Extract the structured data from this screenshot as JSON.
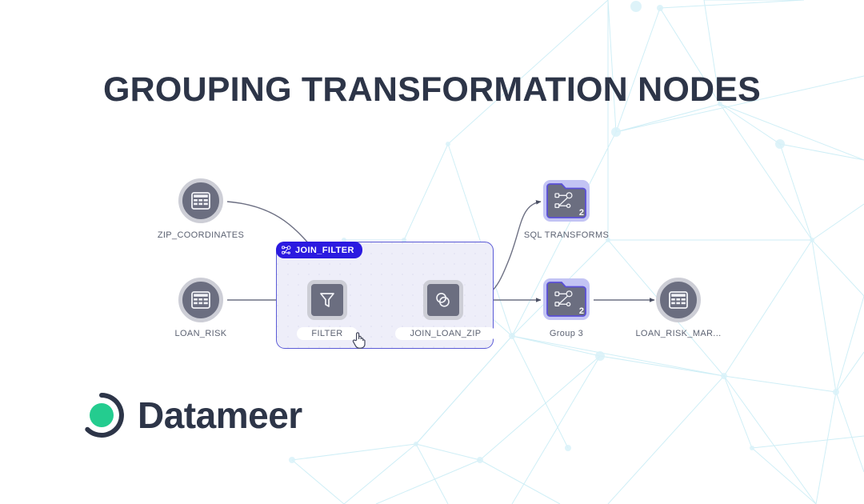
{
  "page": {
    "title": "GROUPING TRANSFORMATION NODES",
    "background_color": "#ffffff",
    "title_color": "#2d3548",
    "network_color": "#cdeef6"
  },
  "brand": {
    "name": "Datameer",
    "mark_icon": "datameer-ring-icon",
    "ring_color": "#2d3548",
    "dot_color": "#24cc8f"
  },
  "flow": {
    "group": {
      "label": "JOIN_FILTER",
      "badge_icon": "group-nodes-icon",
      "badge_color": "#2b1ae0",
      "border_color": "#5b5bd6",
      "fill_color": "#eeeef9"
    },
    "nodes": [
      {
        "id": "zip-coordinates",
        "label": "ZIP_COORDINATES",
        "kind": "dataset",
        "icon": "table-icon",
        "color": "#6b6e80"
      },
      {
        "id": "loan-risk",
        "label": "LOAN_RISK",
        "kind": "dataset",
        "icon": "table-icon",
        "color": "#6b6e80"
      },
      {
        "id": "filter",
        "label": "FILTER",
        "kind": "transform",
        "icon": "funnel-icon",
        "color": "#6b6e80",
        "in_group": "JOIN_FILTER"
      },
      {
        "id": "join-loan-zip",
        "label": "JOIN_LOAN_ZIP",
        "kind": "transform",
        "icon": "join-circles-icon",
        "color": "#6b6e80",
        "in_group": "JOIN_FILTER"
      },
      {
        "id": "sql-transforms",
        "label": "SQL TRANSFORMS",
        "kind": "group-folder",
        "icon": "node-graph-icon",
        "count": "2",
        "color": "#c3c4f4"
      },
      {
        "id": "group-3",
        "label": "Group 3",
        "kind": "group-folder",
        "icon": "node-graph-icon",
        "count": "2",
        "color": "#c3c4f4"
      },
      {
        "id": "loan-risk-mart",
        "label": "LOAN_RISK_MAR...",
        "kind": "dataset",
        "icon": "table-icon",
        "color": "#6b6e80"
      }
    ],
    "edges": [
      {
        "from": "zip-coordinates",
        "to": "join-loan-zip"
      },
      {
        "from": "loan-risk",
        "to": "filter"
      },
      {
        "from": "filter",
        "to": "join-loan-zip"
      },
      {
        "from": "join-loan-zip",
        "to": "sql-transforms"
      },
      {
        "from": "join-loan-zip",
        "to": "group-3"
      },
      {
        "from": "group-3",
        "to": "loan-risk-mart"
      }
    ],
    "cursor": {
      "icon": "hand-pointer-cursor",
      "over": "FILTER"
    }
  }
}
